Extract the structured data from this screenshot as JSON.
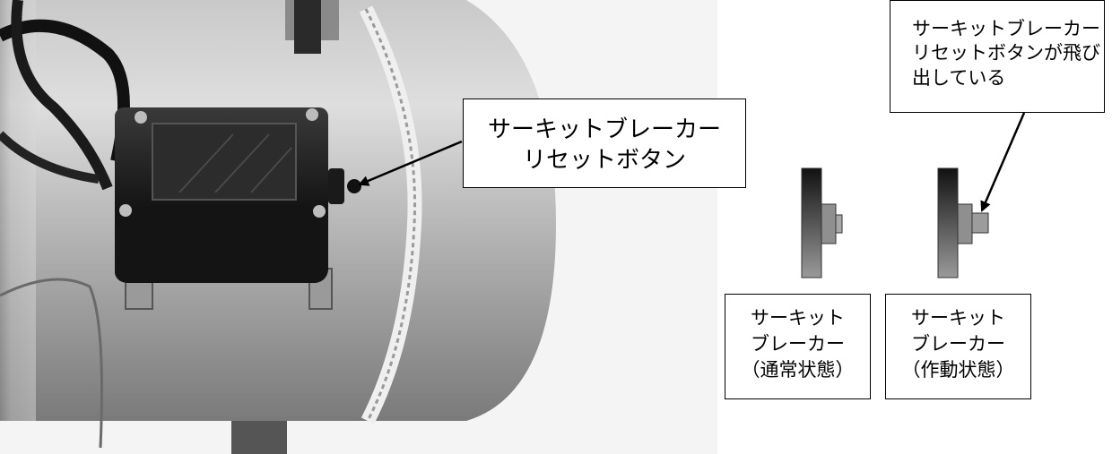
{
  "callouts": {
    "reset_button": "サーキットブレーカーリセットボタン",
    "reset_button_line1": "サーキットブレーカー",
    "reset_button_line2": "リセットボタン",
    "popped_line1": "サーキットブレーカー",
    "popped_line2": "リセットボタンが飛び",
    "popped_line3": "出している"
  },
  "states": {
    "normal": {
      "line1": "サーキット",
      "line2": "ブレーカー",
      "line3": "（通常状態）"
    },
    "active": {
      "line1": "サーキット",
      "line2": "ブレーカー",
      "line3": "（作動状態）"
    }
  }
}
